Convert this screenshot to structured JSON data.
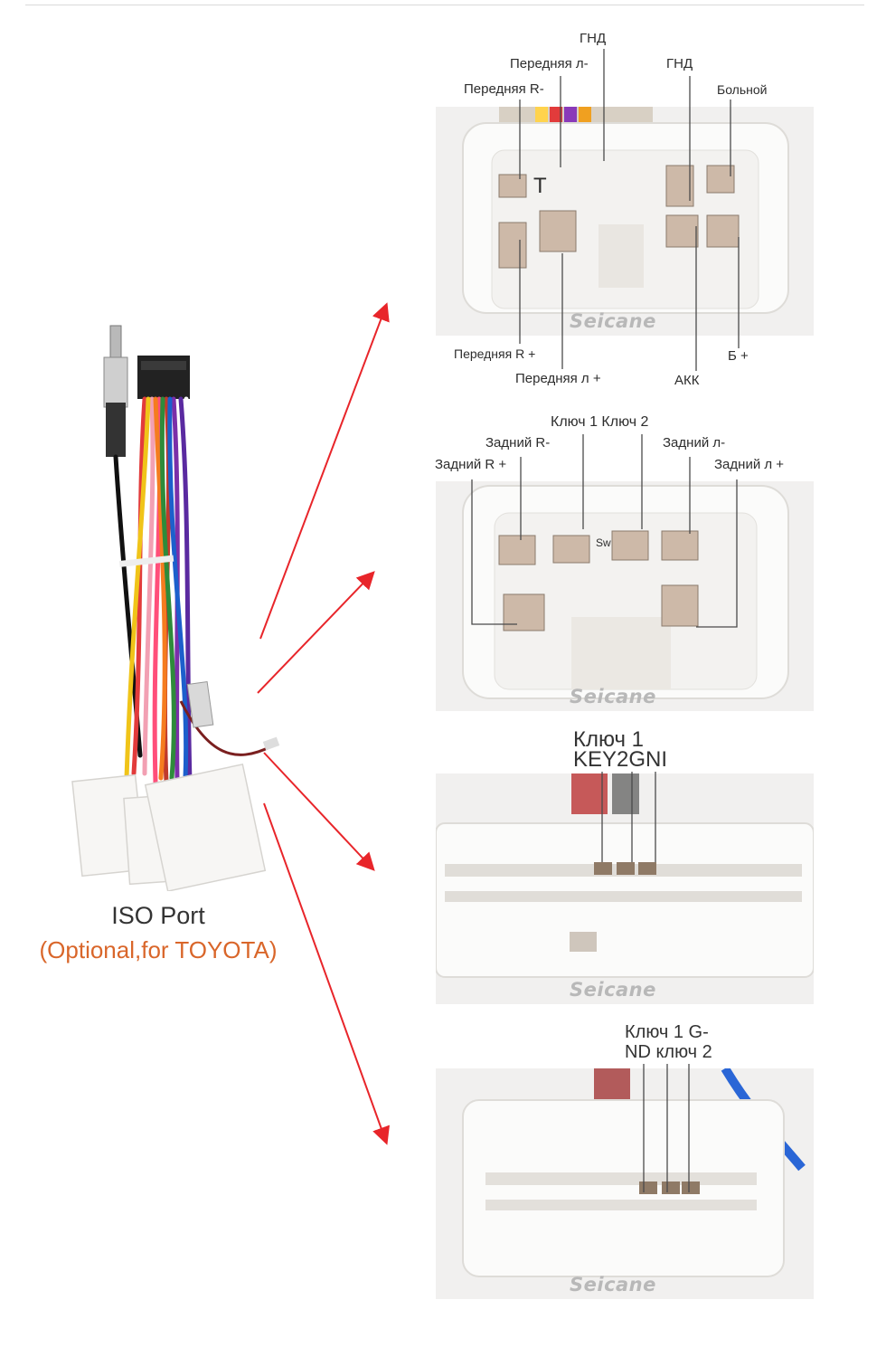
{
  "product": {
    "title": "ISO Port",
    "subtitle": "(Optional,for TOYOTA)"
  },
  "watermark": "Seicane",
  "panel1": {
    "labels": {
      "gnd_top": "ГНД",
      "front_left_minus": "Передняя л-",
      "front_right_minus": "Передняя R-",
      "gnd_right": "ГНД",
      "big": "Больной",
      "front_right_plus": "Передняя R +",
      "front_left_plus": "Передняя л +",
      "acc": "АКК",
      "b_plus": "Б +",
      "pin_t": "Т"
    }
  },
  "panel2": {
    "labels": {
      "key12": "Ключ 1 Ключ 2",
      "rear_right_minus": "Задний R-",
      "rear_left_minus": "Задний л-",
      "rear_right_plus": "Задний R +",
      "rear_left_plus": "Задний л +",
      "sw": "Sw"
    }
  },
  "panel3": {
    "line1": "Ключ 1",
    "line2": "KEY2GNI"
  },
  "panel4": {
    "line1": "Ключ 1 G-",
    "line2": "ND ключ 2"
  },
  "colors": {
    "arrow": "#e8252a",
    "accent_orange": "#d9662a",
    "connector_white": "#f7f6f4",
    "panel_bg": "#f1f0ef"
  }
}
